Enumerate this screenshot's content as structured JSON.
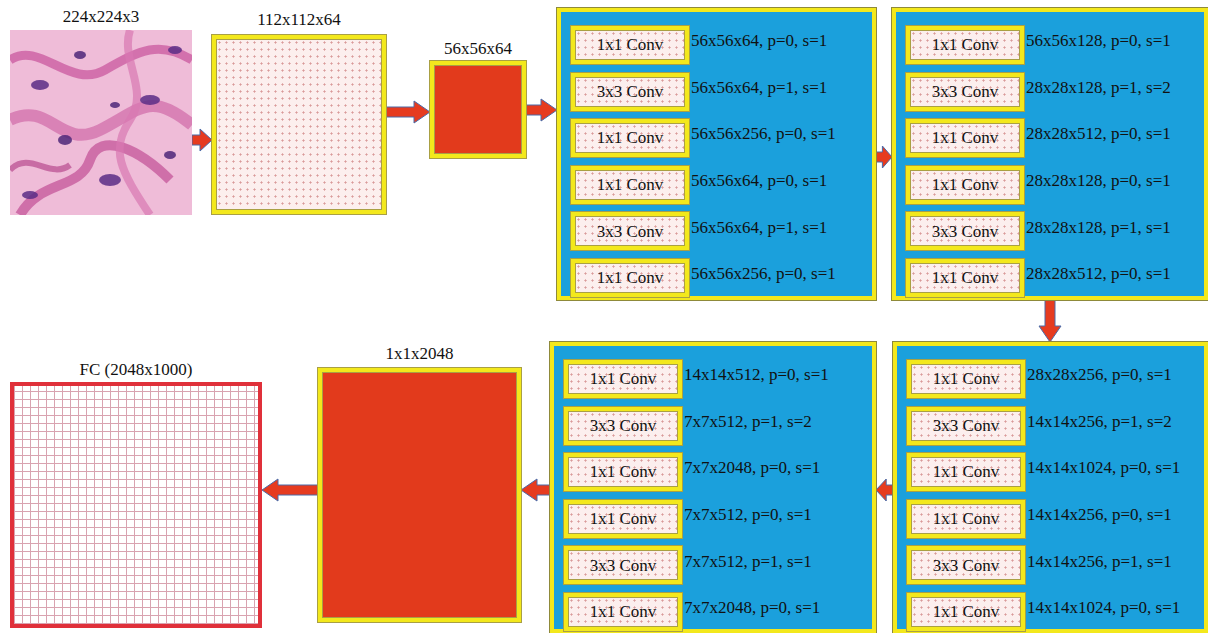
{
  "diagram": {
    "nodes": [
      {
        "text": [
          "224x224x3"
        ]
      },
      {
        "text": [
          "112x112x64"
        ]
      },
      {
        "text": [
          "56x56x64"
        ]
      },
      {
        "text": [
          "56x56x64, p=0, s=1",
          "56x56x64, p=1, s=1",
          "56x56x256, p=0, s=1",
          "56x56x64, p=0, s=1",
          "56x56x64, p=1, s=1",
          "56x56x256, p=0, s=1"
        ]
      },
      {
        "text": [
          "1x1 Conv"
        ],
        "in": 3
      },
      {
        "text": [
          "3x3 Conv"
        ],
        "in": 3
      },
      {
        "text": [
          "1x1 Conv"
        ],
        "in": 3
      },
      {
        "text": [
          "1x1 Conv"
        ],
        "in": 3
      },
      {
        "text": [
          "3x3 Conv"
        ],
        "in": 3
      },
      {
        "text": [
          "1x1 Conv"
        ],
        "in": 3
      },
      {
        "text": [
          "56x56x128, p=0, s=1",
          "28x28x128, p=1, s=2",
          "28x28x512, p=0, s=1",
          "28x28x128, p=0, s=1",
          "28x28x128, p=1, s=1",
          "28x28x512, p=0, s=1"
        ]
      },
      {
        "text": [
          "1x1 Conv"
        ],
        "in": 10
      },
      {
        "text": [
          "3x3 Conv"
        ],
        "in": 10
      },
      {
        "text": [
          "1x1 Conv"
        ],
        "in": 10
      },
      {
        "text": [
          "1x1 Conv"
        ],
        "in": 10
      },
      {
        "text": [
          "3x3 Conv"
        ],
        "in": 10
      },
      {
        "text": [
          "1x1 Conv"
        ],
        "in": 10
      },
      {
        "text": [
          "28x28x256, p=0, s=1",
          "14x14x256, p=1, s=2",
          "14x14x1024, p=0, s=1",
          "14x14x256, p=0, s=1",
          "14x14x256, p=1, s=1",
          "14x14x1024, p=0, s=1"
        ]
      },
      {
        "text": [
          "1x1 Conv"
        ],
        "in": 17
      },
      {
        "text": [
          "3x3 Conv"
        ],
        "in": 17
      },
      {
        "text": [
          "1x1 Conv"
        ],
        "in": 17
      },
      {
        "text": [
          "1x1 Conv"
        ],
        "in": 17
      },
      {
        "text": [
          "3x3 Conv"
        ],
        "in": 17
      },
      {
        "text": [
          "1x1 Conv"
        ],
        "in": 17
      },
      {
        "text": [
          "14x14x512, p=0, s=1",
          "7x7x512, p=1, s=2",
          "7x7x2048, p=0, s=1",
          "7x7x512, p=0, s=1",
          "7x7x512, p=1, s=1",
          "7x7x2048, p=0, s=1"
        ]
      },
      {
        "text": [
          "1x1 Conv"
        ],
        "in": 24
      },
      {
        "text": [
          "3x3 Conv"
        ],
        "in": 24
      },
      {
        "text": [
          "1x1 Conv"
        ],
        "in": 24
      },
      {
        "text": [
          "1x1 Conv"
        ],
        "in": 24
      },
      {
        "text": [
          "3x3 Conv"
        ],
        "in": 24
      },
      {
        "text": [
          "1x1 Conv"
        ],
        "in": 24
      },
      {
        "text": [
          "1x1x2048"
        ]
      },
      {
        "text": [
          "FC (2048x1000)"
        ]
      }
    ],
    "edges": [
      {
        "from": 0,
        "to": 1,
        "arrow": "to"
      },
      {
        "from": 1,
        "to": 2,
        "arrow": "to"
      },
      {
        "from": 2,
        "to": 3,
        "arrow": "to"
      },
      {
        "from": 3,
        "to": 10,
        "arrow": "to"
      },
      {
        "from": 10,
        "to": 17,
        "arrow": "to"
      },
      {
        "from": 17,
        "to": 24,
        "arrow": "to"
      },
      {
        "from": 24,
        "to": 31,
        "arrow": "to"
      },
      {
        "from": 31,
        "to": 32,
        "arrow": "to"
      }
    ]
  }
}
